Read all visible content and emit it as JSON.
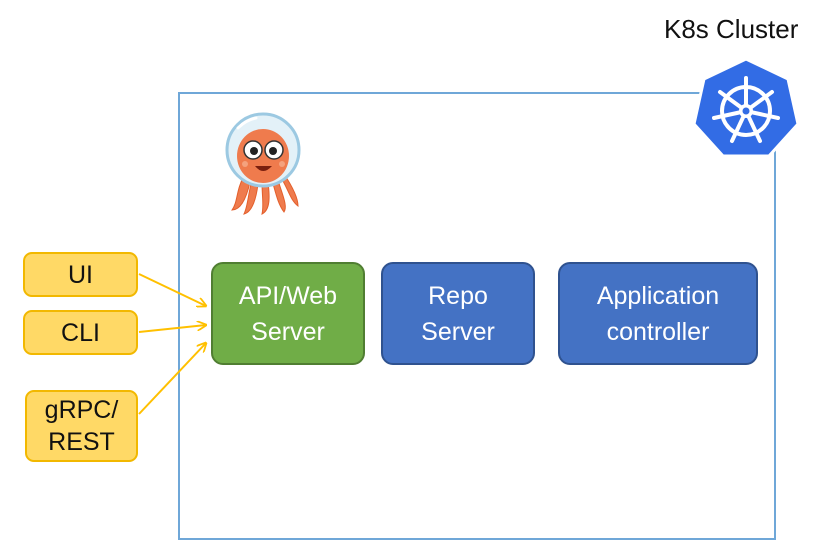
{
  "cluster": {
    "title": "K8s Cluster",
    "logo_icon": "kubernetes-wheel-icon",
    "border_color": "#6fa7d8"
  },
  "mascot": {
    "icon": "argo-octopus-mascot"
  },
  "components": {
    "api_server": {
      "line1": "API/Web",
      "line2": "Server",
      "color": "#70ad47"
    },
    "repo_server": {
      "line1": "Repo",
      "line2": "Server",
      "color": "#4472c4"
    },
    "app_controller": {
      "line1": "Application",
      "line2": "controller",
      "color": "#4472c4"
    }
  },
  "clients": {
    "ui": {
      "label": "UI"
    },
    "cli": {
      "label": "CLI"
    },
    "grpc": {
      "line1": "gRPC/",
      "line2": "REST"
    },
    "color": "#ffd966",
    "arrow_color": "#ffc000"
  }
}
